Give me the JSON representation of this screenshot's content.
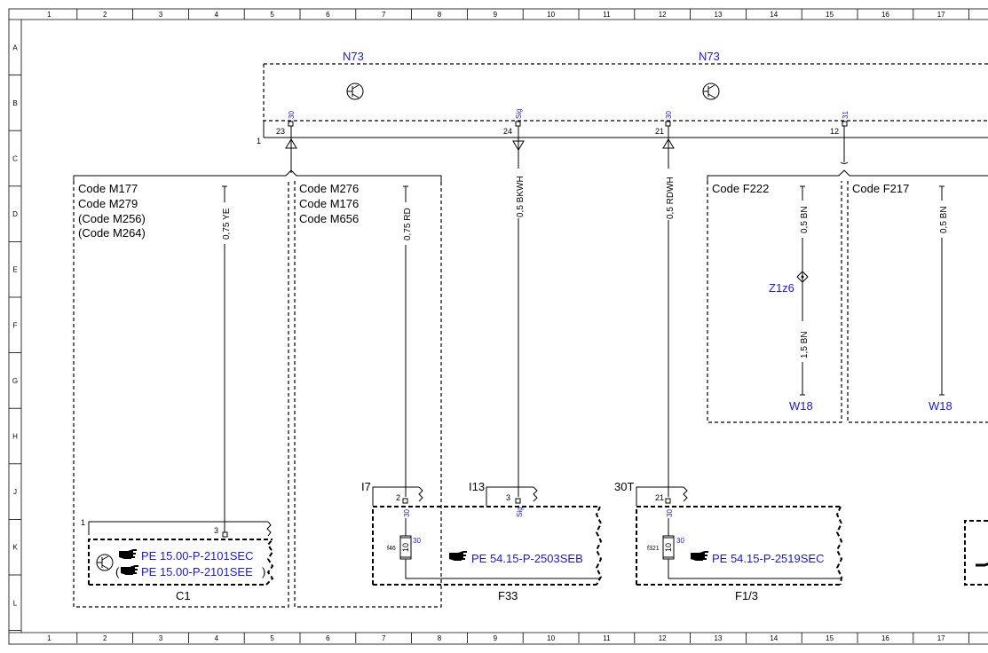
{
  "frame": {
    "columns": [
      "1",
      "2",
      "3",
      "4",
      "5",
      "6",
      "7",
      "8",
      "9",
      "10",
      "11",
      "12",
      "13",
      "14",
      "15",
      "16",
      "17"
    ],
    "rows": [
      "A",
      "B",
      "C",
      "D",
      "E",
      "F",
      "G",
      "H",
      "J",
      "K",
      "L"
    ]
  },
  "components": {
    "n73_left": "N73",
    "n73_right": "N73",
    "z1z6": "Z1z6",
    "w18_a": "W18",
    "w18_b": "W18",
    "c1": "C1",
    "f33": "F33",
    "f13": "F1/3"
  },
  "connector": {
    "pin_1": "1",
    "pins": [
      {
        "number": "23",
        "signal": "30"
      },
      {
        "number": "24",
        "signal": "Sig"
      },
      {
        "number": "21",
        "signal": "30"
      },
      {
        "number": "12",
        "signal": "31"
      }
    ]
  },
  "codes": {
    "group1": [
      "Code M177",
      "Code M279",
      "(Code M256)",
      "(Code M264)"
    ],
    "group2": [
      "Code M276",
      "Code M176",
      "Code M656"
    ],
    "group3": [
      "Code F222"
    ],
    "group4": [
      "Code F217"
    ]
  },
  "wires": {
    "ye": "0,75 YE",
    "rd": "0,75 RD",
    "bkwh": "0,5 BKWH",
    "rdwh": "0,5 RDWH",
    "bn1": "0,5 BN",
    "bn2": "1,5 BN",
    "bn3": "0,5 BN"
  },
  "bottom": {
    "c1_pin_1": "1",
    "c1_pin": "3",
    "i7": "I7",
    "i7_pin": "2",
    "i7_sig": "30",
    "i13": "I13",
    "i13_pin": "3",
    "i13_sig": "Sig",
    "t30t": "30T",
    "t30t_pin": "21",
    "t30t_sig": "30",
    "fuse_f46": "f46",
    "fuse_f46_val": "10",
    "fuse_f46_amp": "30",
    "fuse_f321": "f321",
    "fuse_f321_val": "10",
    "fuse_f321_amp": "30"
  },
  "references": {
    "ref1": "PE 15.00-P-2101SEC",
    "ref2": "PE 15.00-P-2101SEE",
    "ref3": "PE 54.15-P-2503SEB",
    "ref4": "PE 54.15-P-2519SEC",
    "ref2_prefix": "(",
    "ref2_suffix": ")"
  },
  "icons": [
    "transistor-icon",
    "hand-pointer-icon",
    "fuse-icon",
    "splice-icon"
  ],
  "colors": {
    "link": "#1a1ad6",
    "line": "#000000"
  }
}
